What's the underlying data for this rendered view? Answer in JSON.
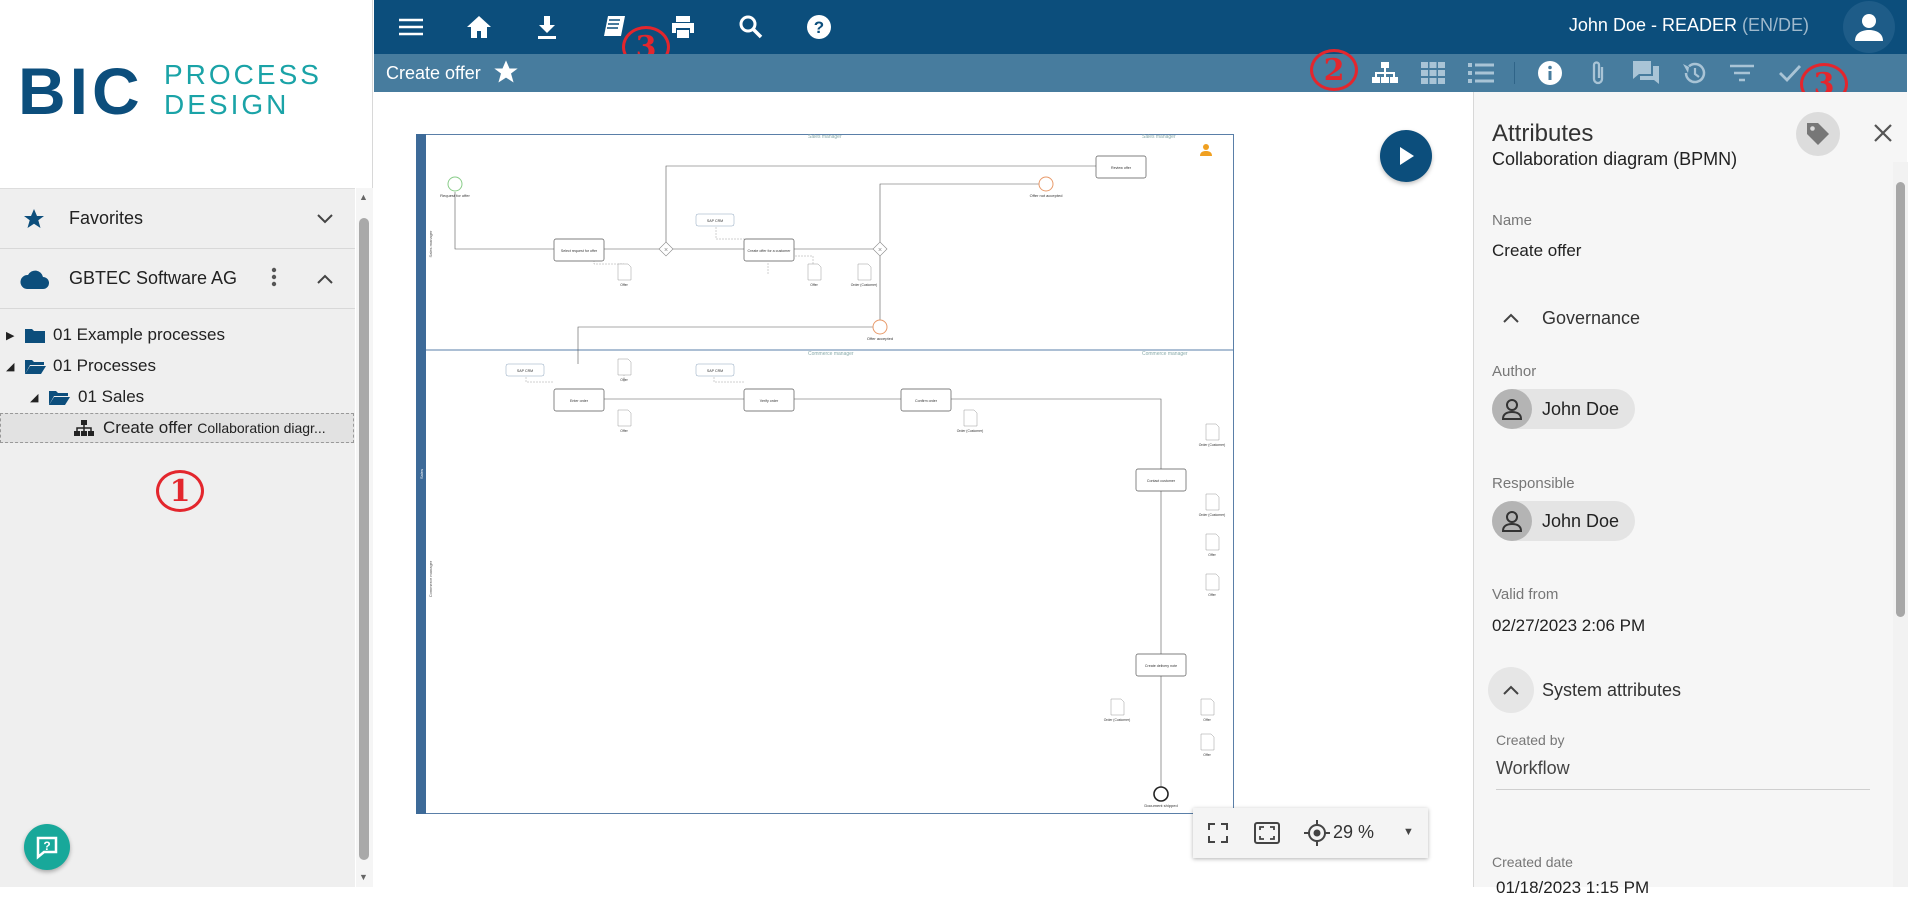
{
  "brand": {
    "logo_big": "BIC",
    "logo_line1": "PROCESS",
    "logo_line2": "DESIGN",
    "primary": "#0c4e7c",
    "accent": "#1aa3a7",
    "marker": "#e3262d"
  },
  "left": {
    "favorites_label": "Favorites",
    "repo_label": "GBTEC Software AG",
    "tree": [
      {
        "label": "01 Example processes",
        "expanded": false
      },
      {
        "label": "01 Processes",
        "expanded": true
      },
      {
        "label": "01 Sales",
        "expanded": true
      },
      {
        "label": "Create offer",
        "sub": "Collaboration diagr...",
        "selected": true
      }
    ]
  },
  "markers": {
    "m1": "1",
    "m2": "2",
    "m3": "3"
  },
  "topbar": {
    "icons": [
      "menu-icon",
      "home-icon",
      "download-icon",
      "book-icon",
      "print-icon",
      "search-icon",
      "help-icon"
    ],
    "user": "John Doe - READER",
    "lang": "(EN/DE)"
  },
  "subbar": {
    "title": "Create offer",
    "icons": [
      "hierarchy-icon",
      "grid-icon",
      "list-icon",
      "info-icon",
      "attachment-icon",
      "comments-icon",
      "history-icon",
      "filter-icon",
      "check-icon"
    ]
  },
  "canvas": {
    "zoom": "29 %"
  },
  "diagram": {
    "pools": [
      "Sales manager",
      "Sales manager",
      "Commerce manager",
      "Commerce manager"
    ],
    "lane_labels": [
      "Sales manager",
      "Sales",
      "Commerce manager"
    ],
    "tasks": [
      "Select request for offer",
      "Create offer for a customer",
      "Review offer",
      "Enter order",
      "Verify order",
      "Confirm order",
      "Contact customer",
      "Create delivery note"
    ],
    "events": [
      "Request for offer",
      "Offer not accepted",
      "Offer accepted",
      "Document shipped"
    ],
    "docs": [
      "SAP CRM",
      "Customer",
      "Offer",
      "Order",
      "Order (Customer)"
    ]
  },
  "attributes": {
    "title": "Attributes",
    "subtitle": "Collaboration diagram (BPMN)",
    "name_label": "Name",
    "name_value": "Create offer",
    "governance": "Governance",
    "author_label": "Author",
    "author": "John Doe",
    "responsible_label": "Responsible",
    "responsible": "John Doe",
    "valid_from_label": "Valid from",
    "valid_from": "02/27/2023 2:06 PM",
    "system": "System attributes",
    "created_by_label": "Created by",
    "created_by": "Workflow",
    "created_date_label": "Created date",
    "created_date": "01/18/2023 1:15 PM"
  }
}
